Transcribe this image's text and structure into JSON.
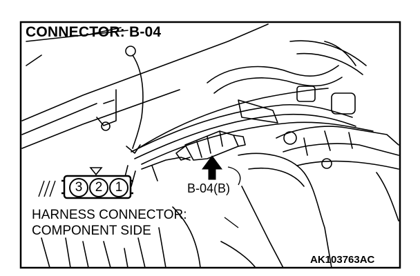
{
  "title": "CONNECTOR: B-04",
  "connector_callout": "B-04(B)",
  "harness_label_line1": "HARNESS CONNECTOR:",
  "harness_label_line2": "COMPONENT SIDE",
  "figure_id": "AK103763AC",
  "pins": [
    "3",
    "2",
    "1"
  ]
}
